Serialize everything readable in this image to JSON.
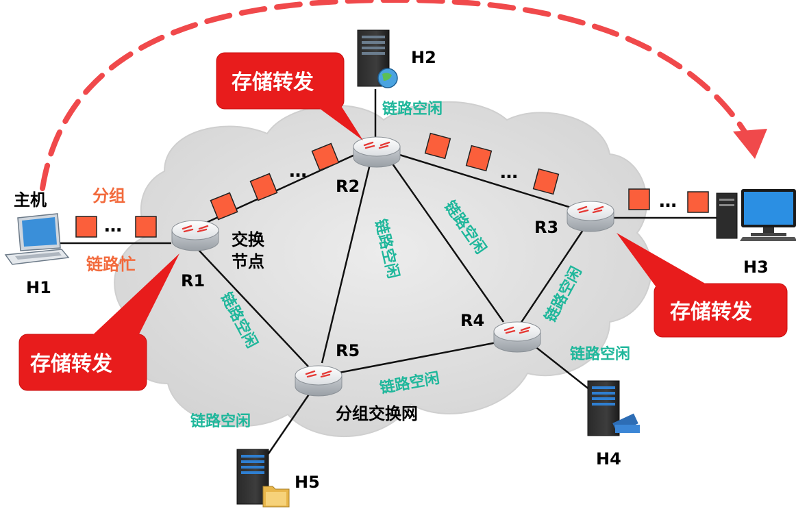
{
  "title": "分组交换网",
  "node_label": "交换\n节点",
  "host_label": "主机",
  "packet_label": "分组",
  "busy_label": "链路忙",
  "idle_label": "链路空闲",
  "store_forward": "存储转发",
  "ellipsis": "…",
  "routers": [
    "R1",
    "R2",
    "R3",
    "R4",
    "R5"
  ],
  "hosts": [
    "H1",
    "H2",
    "H3",
    "H4",
    "H5"
  ],
  "colors": {
    "packet": "#fb5f3b",
    "idle_text": "#1fb79b",
    "busy_text": "#f26a3c",
    "callout": "#e81c1c",
    "arc": "#f0494b",
    "cloud": "#dcdcdc"
  }
}
